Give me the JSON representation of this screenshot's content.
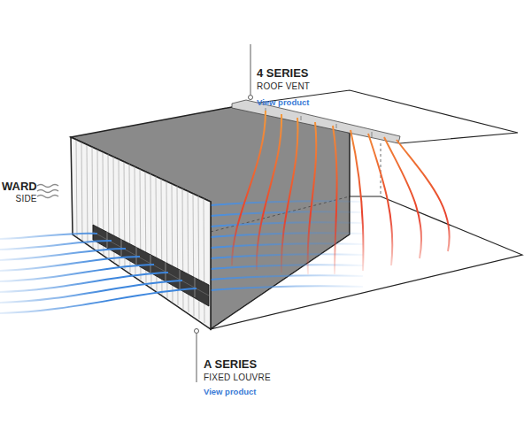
{
  "diagram": {
    "labels": [
      "4 SERIES",
      "ROOF VENT",
      "View product",
      "WARD",
      "SIDE",
      "A SERIES",
      "FIXED LOUVRE",
      "View product"
    ]
  }
}
